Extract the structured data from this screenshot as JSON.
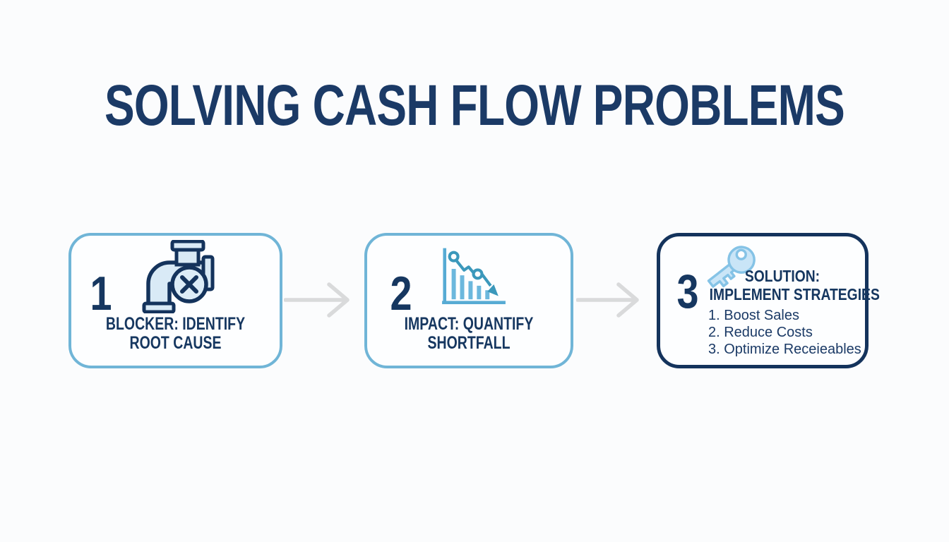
{
  "title": "SOLVING CASH FLOW PROBLEMS",
  "colors": {
    "background": "#fbfcfd",
    "title_navy": "#1b3a66",
    "text_navy": "#163760",
    "light_blue_border": "#70b5d7",
    "dark_navy_border": "#14335c",
    "icon_fill_light_blue": "#d9eaf6",
    "key_fill": "#c9e5f7",
    "key_stroke": "#85c3e6",
    "chart_blue": "#57abd4",
    "chart_bar_blue": "#6cb8dd",
    "chart_line_teal": "#3b98bb",
    "arrow_gray": "#d9dadb"
  },
  "steps": [
    {
      "number": "1",
      "icon": "blocked-pipe-icon",
      "title_lines": [
        "BLOCKER: IDENTIFY",
        "ROOT CAUSE"
      ]
    },
    {
      "number": "2",
      "icon": "declining-chart-icon",
      "title_lines": [
        "IMPACT: QUANTIFY",
        "SHORTFALL"
      ]
    },
    {
      "number": "3",
      "icon": "key-icon",
      "title_lines": [
        "SOLUTION:",
        "IMPLEMENT STRATEGIES"
      ],
      "list": [
        "1. Boost Sales",
        "2. Reduce Costs",
        "3. Optimize Receieables"
      ]
    }
  ],
  "connectors": [
    {
      "icon": "arrow-right-icon"
    },
    {
      "icon": "arrow-right-icon"
    }
  ]
}
